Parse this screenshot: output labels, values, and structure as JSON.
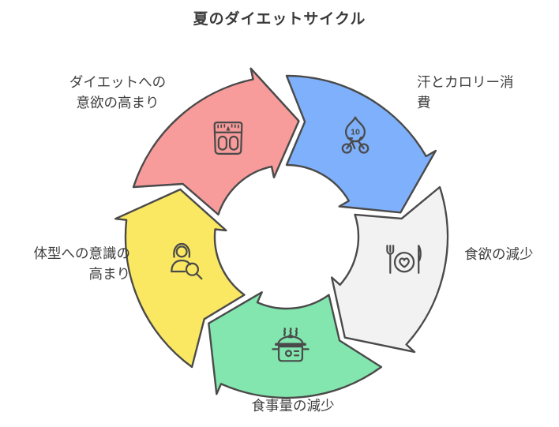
{
  "title": "夏のダイエットサイクル",
  "colors": {
    "outline": "#4a4a4a",
    "background": "#ffffff",
    "text": "#3f3f3f",
    "red": "#f89b9b",
    "blue": "#7eb0fb",
    "gray": "#f2f2f2",
    "green": "#82e6ae",
    "yellow": "#fae762"
  },
  "cycle": {
    "direction": "clockwise",
    "flame_label": "10",
    "segments": [
      {
        "id": "motivation",
        "label": "ダイエットへの意欲の高まり",
        "label_lines": [
          "ダイエットへの",
          "意欲の高まり"
        ],
        "color": "#f89b9b",
        "icon": "weight-scale-icon"
      },
      {
        "id": "sweat",
        "label": "汗とカロリー消費",
        "label_lines": [
          "汗とカロリー消",
          "費"
        ],
        "color": "#7eb0fb",
        "icon": "calorie-burn-icon"
      },
      {
        "id": "appetite",
        "label": "食欲の減少",
        "label_lines": [
          "食欲の減少"
        ],
        "color": "#f2f2f2",
        "icon": "meal-plate-icon"
      },
      {
        "id": "meal",
        "label": "食事量の減少",
        "label_lines": [
          "食事量の減少"
        ],
        "color": "#82e6ae",
        "icon": "cooking-pot-icon"
      },
      {
        "id": "body",
        "label": "体型への意識の高まり",
        "label_lines": [
          "体型への意識の",
          "高まり"
        ],
        "color": "#fae762",
        "icon": "body-check-icon"
      }
    ]
  }
}
